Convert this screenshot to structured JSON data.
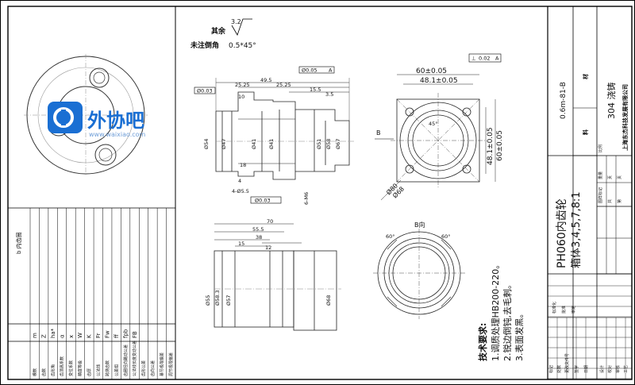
{
  "watermark": {
    "brand": "外协吧",
    "url": "www.waixiao.com",
    "brand_color": "#1a6fd3"
  },
  "notes_top": {
    "label": "其余",
    "roughness": "3.2",
    "chamfer_label": "未注倒角",
    "chamfer_value": "0.5*45°"
  },
  "front_view": {
    "dims": [
      "49.5",
      "25.25",
      "25.25",
      "15.5",
      "3.5",
      "10",
      "18",
      "4",
      "4-Ø5.5",
      "6-M6",
      "Ø54",
      "Ø47",
      "Ø41",
      "Ø41",
      "Ø51",
      "Ø58",
      "Ø67"
    ],
    "tol_top": {
      "sym": "◎",
      "val": "Ø0.05",
      "ref": "A"
    },
    "tol_left": {
      "sym": "◎",
      "val": "Ø0.03",
      "ref": "A"
    },
    "tol_bottom": {
      "sym": "◎",
      "val": "Ø0.03",
      "ref": "A"
    }
  },
  "flange_view": {
    "w1": "60±0.05",
    "w2": "48.1±0.05",
    "h1": "48.1±0.05",
    "h2": "60±0.05",
    "angle": "45°",
    "d1": "Ø80",
    "d2": "Ø68",
    "marker": "B",
    "tol": {
      "sym": "⊥",
      "val": "0.02",
      "ref": "A"
    }
  },
  "section_view": {
    "dims": [
      "70",
      "55.5",
      "38",
      "15",
      "12",
      "Ø55",
      "Ø58.3",
      "Ø57",
      "Ø68"
    ]
  },
  "b_view": {
    "label": "B向",
    "angle1": "60°",
    "angle2": "60°"
  },
  "requirements": {
    "title": "技术要求:",
    "items": [
      "1.调质处理HB200-220。",
      "2.锐边倒钝,去毛刺。",
      "3.表面发黑。"
    ]
  },
  "title_block": {
    "drawing_no": "0.6m-81-B",
    "material_label": "材",
    "material_label2": "料",
    "material": "304 浇铸",
    "company": "上海东杰科技发展有限公司",
    "title1": "PH060内齿轮",
    "title2": "箱体3,4,5,7,8:1",
    "cells": [
      "图样标记",
      "重量",
      "比例",
      "共",
      "页",
      "第",
      "页",
      "标记",
      "处数",
      "更改文件号",
      "签字",
      "日期",
      "设计",
      "校对",
      "审核",
      "工艺",
      "标准化",
      "批准",
      "审定"
    ]
  },
  "gear_table": {
    "title": "b 内齿圈",
    "rows": [
      "模数",
      "齿数",
      "齿形角",
      "齿顶高系数",
      "变位系数",
      "精度等级",
      "齿厚",
      "公法线",
      "跨测齿数",
      "公差组",
      "齿圈径向跳动公差",
      "公法线长度变动公差",
      "齿形公差",
      "齿向公差",
      "基节极限偏差",
      "周节极限偏差"
    ],
    "syms": [
      "m",
      "Z",
      "ha*",
      "α",
      "x",
      "W",
      "K",
      "Fr",
      "Fw",
      "ff",
      "fpb",
      "FB"
    ]
  }
}
